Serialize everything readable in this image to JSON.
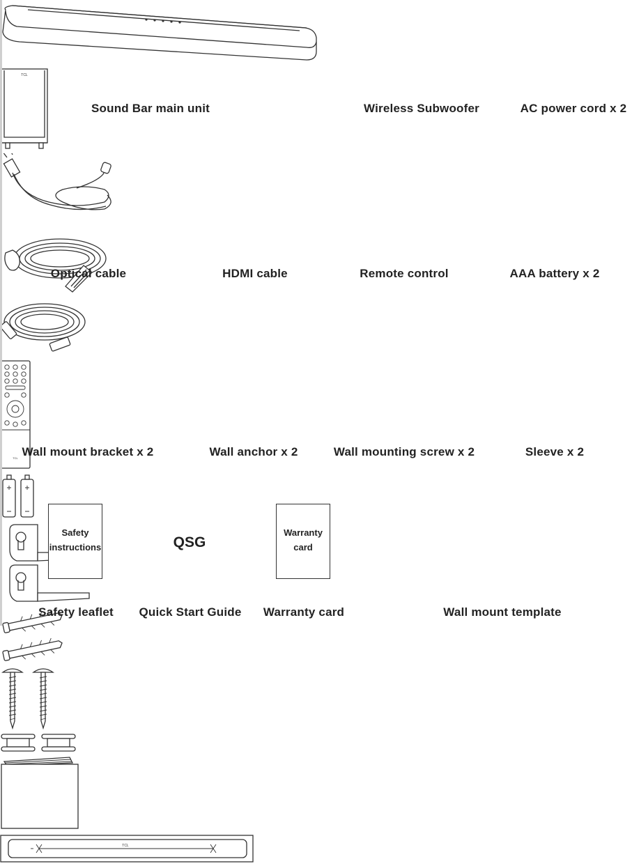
{
  "items": [
    {
      "caption": "Sound Bar main unit"
    },
    {
      "caption": "Wireless Subwoofer"
    },
    {
      "caption": "AC power cord x 2"
    },
    {
      "caption": "Optical cable"
    },
    {
      "caption": "HDMI cable"
    },
    {
      "caption": "Remote control"
    },
    {
      "caption": "AAA battery x 2"
    },
    {
      "caption": "Wall mount bracket x 2"
    },
    {
      "caption": "Wall anchor x 2"
    },
    {
      "caption": "Wall mounting screw x 2"
    },
    {
      "caption": "Sleeve x 2"
    },
    {
      "caption": "Safety leaflet",
      "doc_text_1": "Safety",
      "doc_text_2": "instructions"
    },
    {
      "caption": "Quick Start Guide",
      "doc_text": "QSG"
    },
    {
      "caption": "Warranty card",
      "doc_text_1": "Warranty",
      "doc_text_2": "card"
    },
    {
      "caption": "Wall mount template",
      "brand": "TCL"
    }
  ],
  "brand_marks": {
    "subwoofer": "TCL",
    "remote": "TCL"
  }
}
